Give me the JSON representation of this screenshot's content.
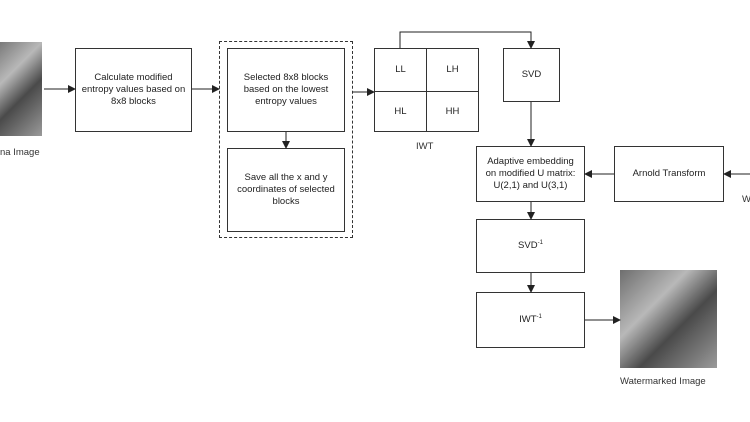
{
  "input_image": {
    "label": "na Image"
  },
  "boxes": {
    "entropy": "Calculate modified entropy values based on 8x8 blocks",
    "selected": "Selected 8x8 blocks based on the lowest entropy values",
    "save_coords": "Save all the x and y coordinates of selected blocks",
    "svd": "SVD",
    "adaptive": "Adaptive embedding on modified U matrix: U(2,1) and U(3,1)",
    "arnold": "Arnold Transform",
    "svd_inv_base": "SVD",
    "svd_inv_sup": "-1",
    "iwt_inv_base": "IWT",
    "iwt_inv_sup": "-1"
  },
  "iwt_grid": {
    "ll": "LL",
    "lh": "LH",
    "hl": "HL",
    "hh": "HH",
    "caption": "IWT"
  },
  "right_edge_fragment": "W",
  "watermarked": {
    "label": "Watermarked Image"
  }
}
